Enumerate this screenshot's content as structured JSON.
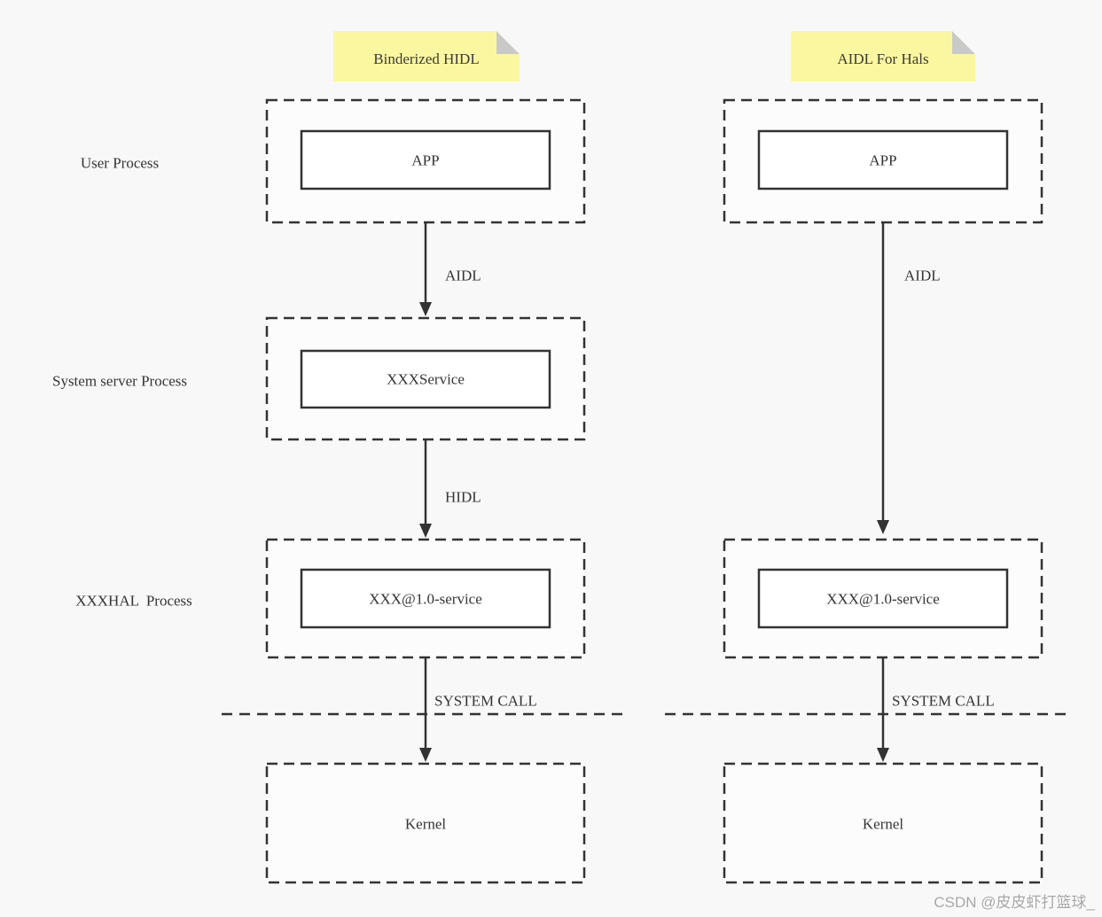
{
  "diagram": {
    "rows": {
      "row1": "User Process",
      "row2": "System server Process",
      "row3": "XXXHAL  Process"
    },
    "left": {
      "header": "Binderized HIDL",
      "app": "APP",
      "service": "XXXService",
      "hal": "XXX@1.0-service",
      "kernel": "Kernel",
      "edge_app_service": "AIDL",
      "edge_service_hal": "HIDL",
      "edge_syscall": "SYSTEM CALL"
    },
    "right": {
      "header": "AIDL For Hals",
      "app": "APP",
      "hal": "XXX@1.0-service",
      "kernel": "Kernel",
      "edge_app_hal": "AIDL",
      "edge_syscall": "SYSTEM CALL"
    }
  },
  "watermark": "CSDN @皮皮虾打篮球_",
  "colors": {
    "background": "#f8f8f8",
    "line": "#333333",
    "sticky_bg": "#fbf7a0",
    "sticky_fold": "#c9c9c9",
    "box_fill": "#ffffff",
    "dashed_box_fill": "#fcfcfc",
    "watermark": "#a6a6a6"
  }
}
